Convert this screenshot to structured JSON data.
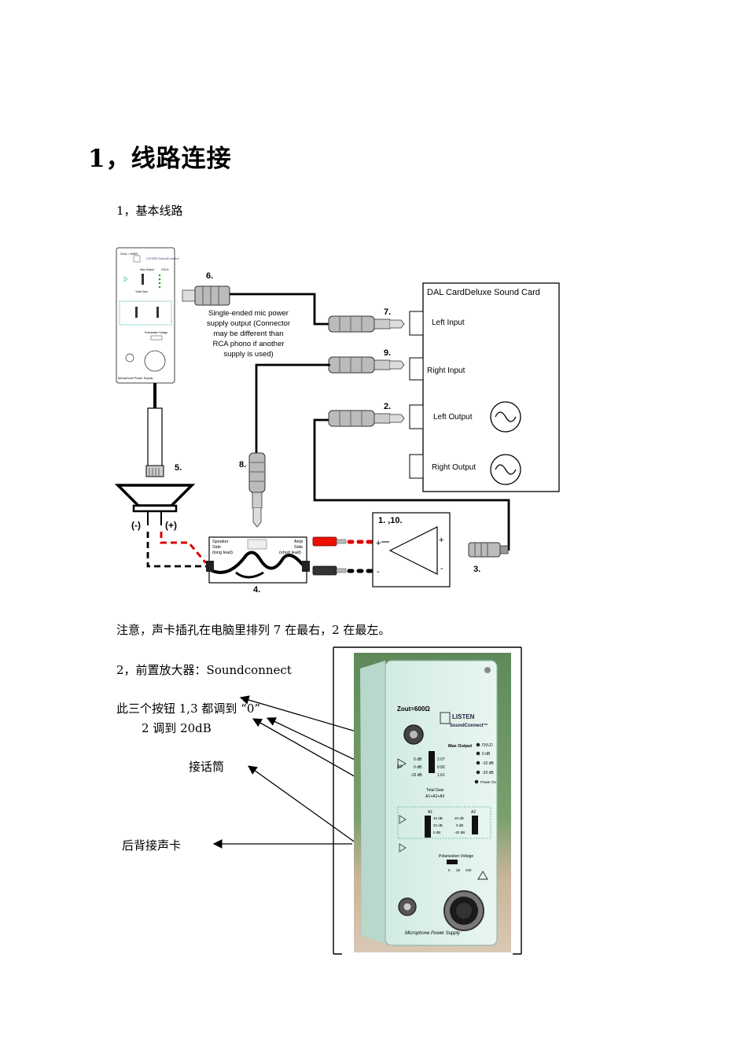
{
  "heading": "1，线路连接",
  "section1": "1，基本线路",
  "diagram": {
    "label_6": "6.",
    "label_7": "7.",
    "label_9": "9.",
    "label_2": "2.",
    "label_5": "5.",
    "label_8": "8.",
    "label_1_10": "1. ,10.",
    "label_3": "3.",
    "label_4": "4.",
    "mic_note": [
      "Single-ended mic power",
      "supply output (Connector",
      "may be different than",
      "RCA phono if another",
      "supply is used)"
    ],
    "sound_card_title": "DAL CardDeluxe Sound Card",
    "left_input": "Left Input",
    "right_input": "Right Input",
    "left_output": "Left Output",
    "right_output": "Right Output",
    "minus_label": "(-)",
    "plus_label": "(+)",
    "speaker_side": [
      "Speaker",
      "Side",
      "(long lead)"
    ],
    "amp_side": [
      "Amp",
      "Side",
      "(short lead)"
    ],
    "amp_plus": "+",
    "amp_minus": "-",
    "mini_device": {
      "zout": "Zout = 600Ω",
      "brand": "LISTEN SoundConnect",
      "max_output": "Max Output",
      "ovld": "OVLD",
      "total_gain": "Total Gain",
      "polarization": "Polarization Voltage",
      "footer": "Microphone Power Supply"
    }
  },
  "note": "注意，声卡插孔在电脑里排列 7 在最右，2 在最左。",
  "section2": "2，前置放大器：Soundconnect",
  "annotation1a": "此三个按钮 1,3 都调到 “0”",
  "annotation1b": "2 调到  20dB",
  "annotation2": "接话筒",
  "annotation3": "后背接声卡",
  "photo_device": {
    "zout": "Zout=600Ω",
    "brand_top": "LISTEN",
    "brand_bottom": "SoundConnect™",
    "max_output": "Max Output",
    "a3": "A3",
    "a3_vals": [
      "0 dB",
      "0 dB",
      "-16 dB"
    ],
    "a3_volts": [
      "2.07",
      "0.82",
      "1.61"
    ],
    "leds": [
      "OVLD",
      "0 dB",
      "-10 dB",
      "-20 dB"
    ],
    "power_on": "Power On",
    "total_gain": "Total Gain",
    "total_gain_formula": "A1+A2+A3",
    "a1": "A1",
    "a2": "A2",
    "a1_vals": [
      "40 dB",
      "20 dB",
      "0 dB"
    ],
    "a2_vals": [
      "20 dB",
      "0 dB",
      "-20 dB"
    ],
    "polarization": "Polarization Voltage",
    "polarization_vals": [
      "0",
      "28",
      "200"
    ],
    "footer": "Microphone Power Supply"
  }
}
